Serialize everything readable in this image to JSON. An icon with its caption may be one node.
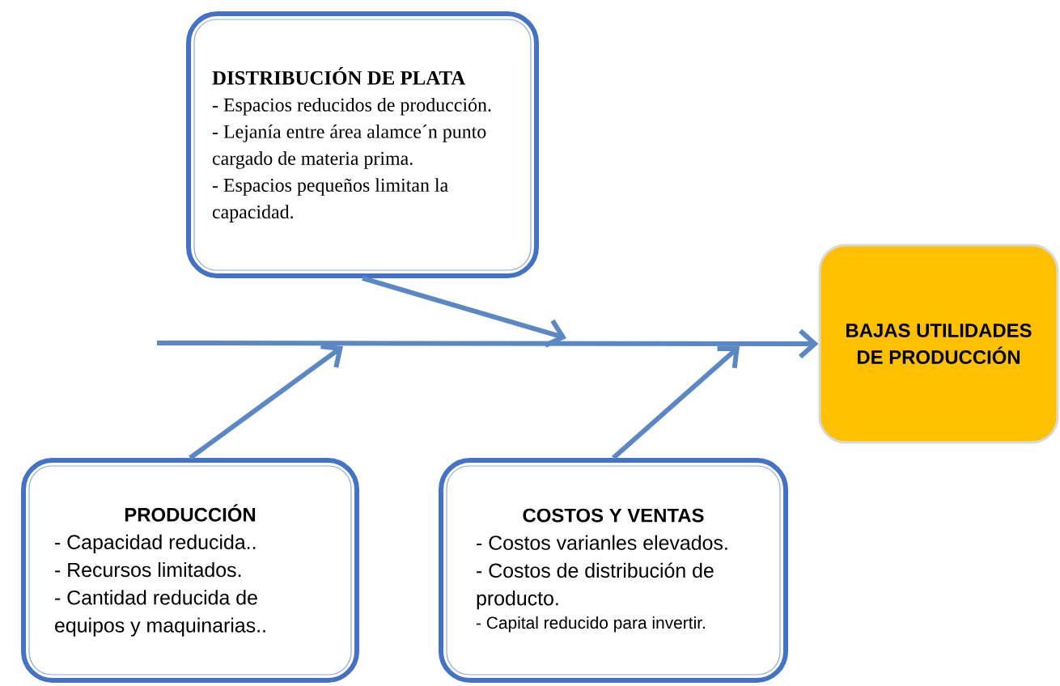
{
  "diagram": {
    "nodes": [
      {
        "text": [
          "DISTRIBUCIÓN DE PLATA",
          "- Espacios reducidos de producción.",
          "- Lejanía entre área alamce´n punto cargado de materia prima.",
          "- Espacios pequeños limitan la capacidad."
        ]
      },
      {
        "text": [
          "PRODUCCIÓN",
          "- Capacidad reducida..",
          "- Recursos limitados.",
          "- Cantidad reducida de equipos y maquinarias.."
        ]
      },
      {
        "text": [
          "COSTOS Y VENTAS",
          "- Costos varianles elevados.",
          "- Costos de distribución de producto.",
          "- Capital reducido para invertir."
        ]
      },
      {
        "text": [
          "BAJAS UTILIDADES DE PRODUCCIÓN"
        ]
      }
    ],
    "edges": [
      {
        "from": null,
        "to": 3,
        "arrow": "to"
      },
      {
        "from": 0,
        "to": null,
        "arrow": "to"
      },
      {
        "from": 1,
        "to": null,
        "arrow": "to"
      },
      {
        "from": 2,
        "to": null,
        "arrow": "to"
      }
    ]
  }
}
